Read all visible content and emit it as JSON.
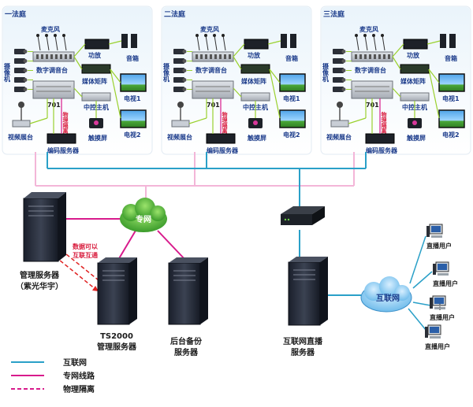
{
  "courts": [
    {
      "title": "一法庭"
    },
    {
      "title": "二法庭"
    },
    {
      "title": "三法庭"
    }
  ],
  "court_labels": {
    "mic": "麦克风",
    "camera": "摄像机",
    "mixer": "数字调音台",
    "amp": "功放",
    "speaker": "音箱",
    "media_matrix": "媒体矩阵",
    "tv1": "电视1",
    "tv2": "电视2",
    "encoder_id": "701",
    "controller": "中控主机",
    "isolation": "物理隔离",
    "visualizer": "视频展台",
    "touchscreen": "触摸屏",
    "encoder_server": "编码服务器"
  },
  "network": {
    "private_net": "专网",
    "internet": "互联网"
  },
  "servers": {
    "mgmt": "管理服务器",
    "mgmt_sub": "（紫光华宇）",
    "ts_line1": "TS2000",
    "ts_line2": "管理服务器",
    "backup_line1": "后台备份",
    "backup_line2": "服务器",
    "live_line1": "互联网直播",
    "live_line2": "服务器"
  },
  "data_link": {
    "line1": "数据可以",
    "line2": "互联互通"
  },
  "users": [
    "直播用户",
    "直播用户",
    "直播用户",
    "直播用户"
  ],
  "legend": [
    {
      "label": "互联网",
      "color": "#2aa0c8"
    },
    {
      "label": "专网线路",
      "color": "#d81b8c"
    },
    {
      "label": "物理隔离",
      "color": "#d81b8c"
    }
  ],
  "colors": {
    "internet_line": "#2aa0c8",
    "private_line": "#d81b8c",
    "bus_line": "#f3b6d8",
    "device_line": "#9ad12e",
    "cloud": "#2a9a2a",
    "court_label": "#1a3a8a",
    "isolation_text": "#d81b3c"
  }
}
